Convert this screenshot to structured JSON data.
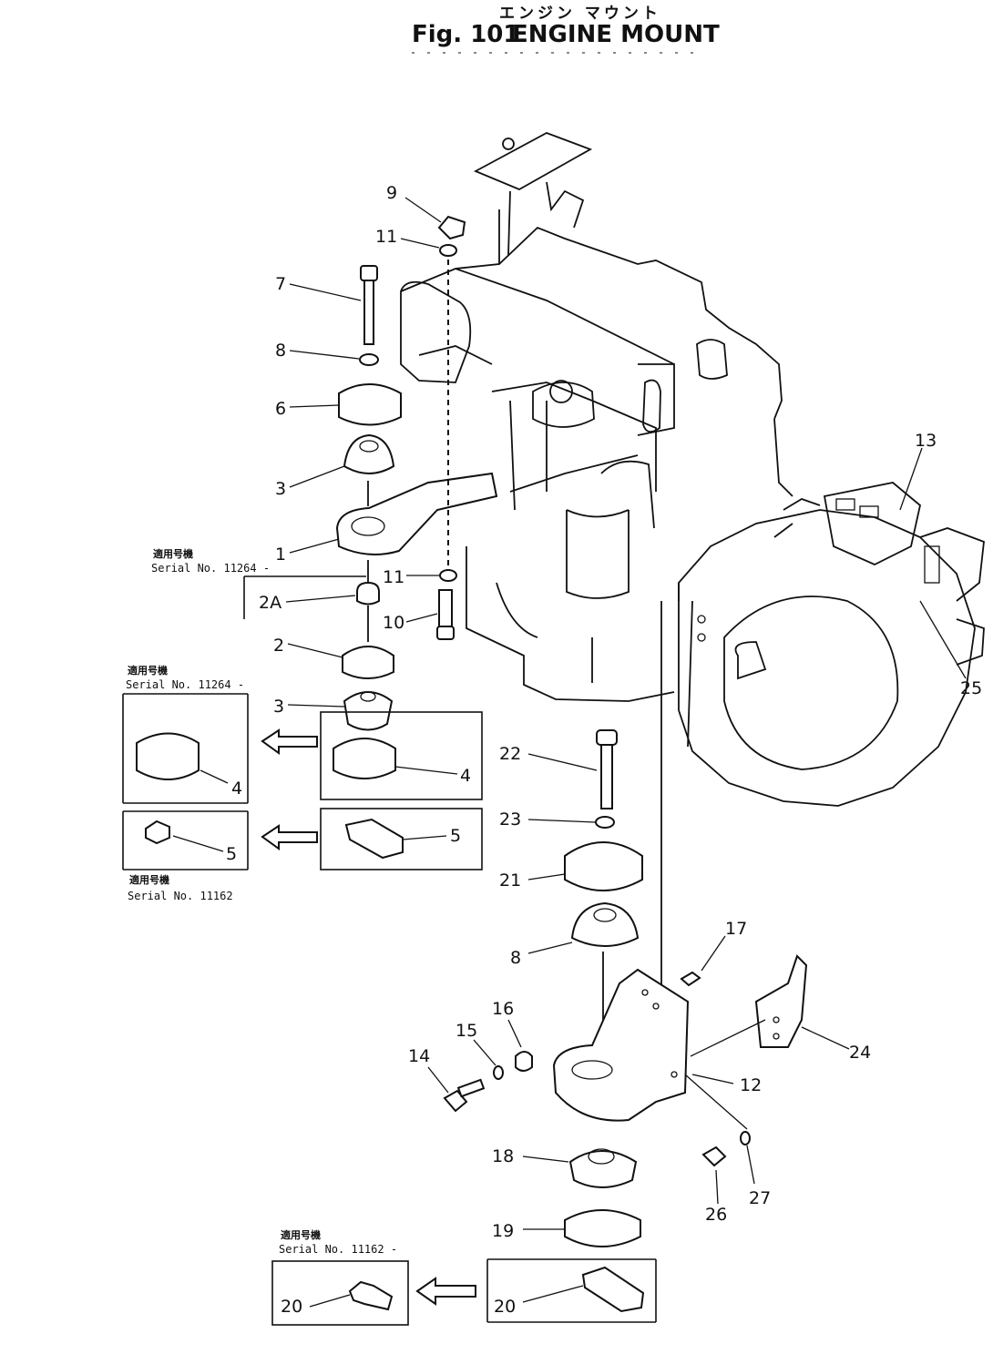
{
  "title": {
    "figure": "Fig. 101",
    "name": "ENGINE MOUNT",
    "japanese": "エンジン マウント"
  },
  "serial_notes": {
    "upper_jp": "適用号機",
    "upper": "Serial No. 11264 -",
    "left_box_jp": "適用号機",
    "left_box": "Serial No. 11264 -",
    "lower_left_jp": "適用号機",
    "lower_left": "Serial No. 11162",
    "bottom_jp": "適用号機",
    "bottom": "Serial No. 11162 -"
  },
  "callouts": {
    "c1": "1",
    "c2": "2",
    "c2a": "2A",
    "c3a": "3",
    "c3b": "3",
    "c4a": "4",
    "c4b": "4",
    "c5a": "5",
    "c5b": "5",
    "c6": "6",
    "c7": "7",
    "c8a": "8",
    "c8b": "8",
    "c9": "9",
    "c10": "10",
    "c11a": "11",
    "c11b": "11",
    "c12": "12",
    "c13": "13",
    "c14": "14",
    "c15": "15",
    "c16": "16",
    "c17": "17",
    "c18": "18",
    "c19": "19",
    "c20a": "20",
    "c20b": "20",
    "c21": "21",
    "c22": "22",
    "c23": "23",
    "c24": "24",
    "c25": "25",
    "c26": "26",
    "c27": "27"
  }
}
